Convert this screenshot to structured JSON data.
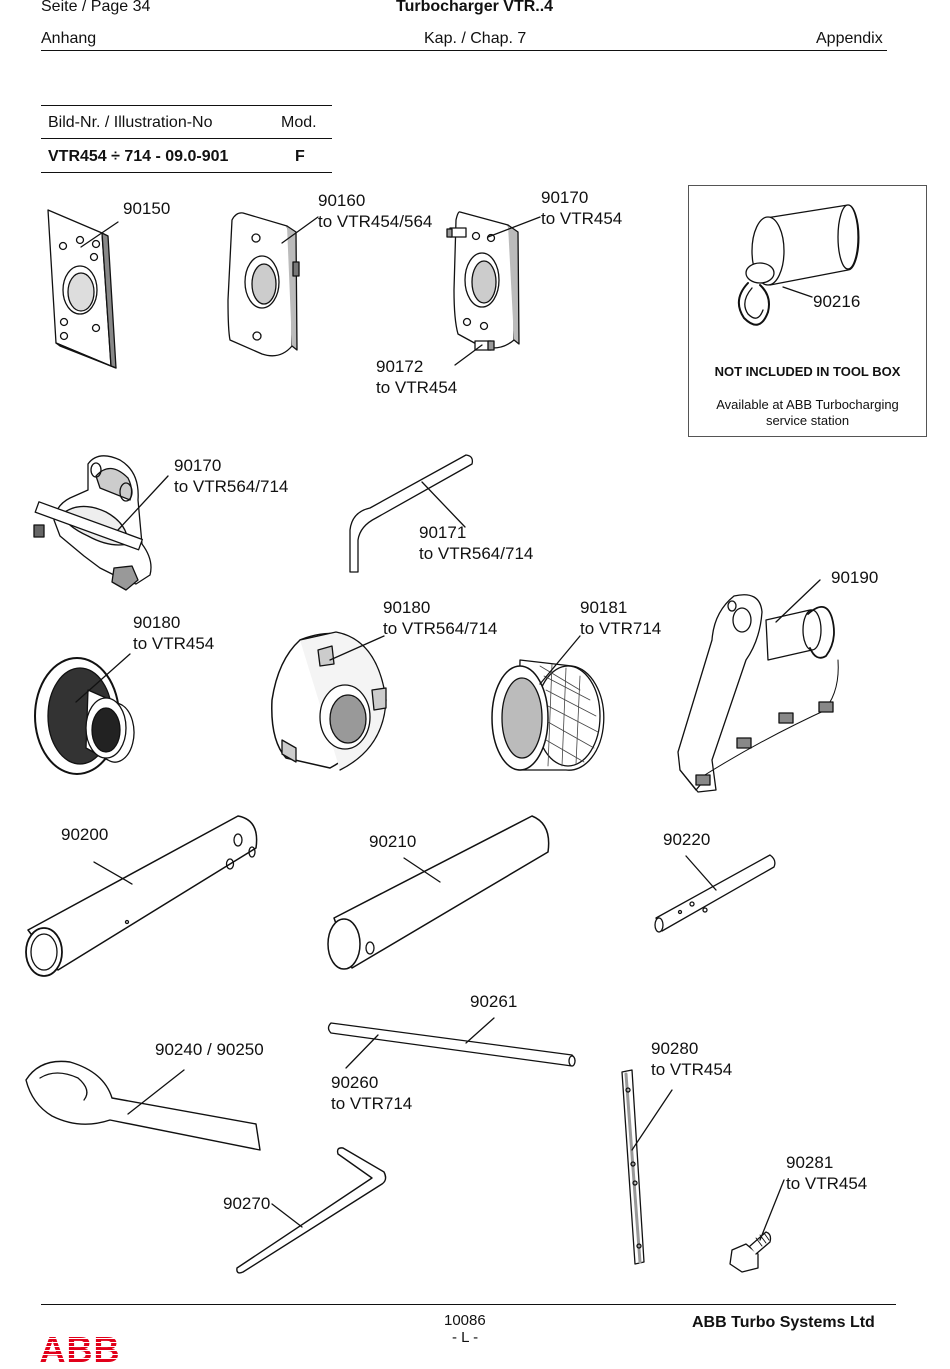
{
  "header": {
    "page_label": "Seite / Page  34",
    "title": "Turbocharger VTR..4",
    "left": "Anhang",
    "center": "Kap. / Chap. 7",
    "right": "Appendix"
  },
  "illustration_table": {
    "col1_header": "Bild-Nr. / Illustration-No",
    "col2_header": "Mod.",
    "col1_value": "VTR454 ÷ 714 - 09.0-901",
    "col2_value": "F"
  },
  "parts": {
    "p90150": "90150",
    "p90160": [
      "90160",
      "to VTR454/564"
    ],
    "p90170a": [
      "90170",
      "to VTR454"
    ],
    "p90172": [
      "90172",
      "to VTR454"
    ],
    "p90216": "90216",
    "p90170b": [
      "90170",
      "to VTR564/714"
    ],
    "p90171": [
      "90171",
      "to VTR564/714"
    ],
    "p90190": "90190",
    "p90180a": [
      "90180",
      "to VTR454"
    ],
    "p90180b": [
      "90180",
      "to VTR564/714"
    ],
    "p90181": [
      "90181",
      "to VTR714"
    ],
    "p90200": "90200",
    "p90210": "90210",
    "p90220": "90220",
    "p90261": "90261",
    "p90240": "90240 / 90250",
    "p90260": [
      "90260",
      "to VTR714"
    ],
    "p90280": [
      "90280",
      "to VTR454"
    ],
    "p90281": [
      "90281",
      "to VTR454"
    ],
    "p90270": "90270"
  },
  "note": {
    "title": "NOT INCLUDED IN TOOL BOX",
    "line1": "Available at ABB Turbocharging",
    "line2": "service station"
  },
  "footer": {
    "doc_number": "10086",
    "revision": "- L -",
    "company": "ABB Turbo Systems Ltd",
    "logo_text": "ABB",
    "logo_color": "#e2001a"
  }
}
